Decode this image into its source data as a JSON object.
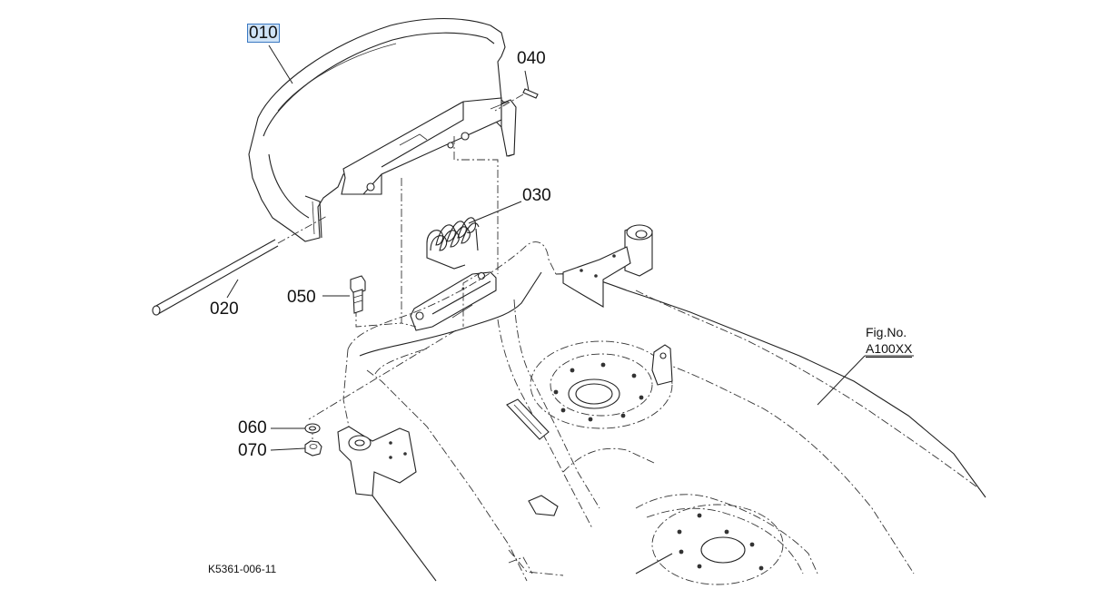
{
  "parts": [
    {
      "id": "seat-pan",
      "label": "010",
      "selected": true
    },
    {
      "id": "pin",
      "label": "040",
      "selected": false
    },
    {
      "id": "spring",
      "label": "030",
      "selected": false
    },
    {
      "id": "hinge-rod",
      "label": "020",
      "selected": false
    },
    {
      "id": "bolt",
      "label": "050",
      "selected": false
    },
    {
      "id": "washer",
      "label": "060",
      "selected": false
    },
    {
      "id": "nut",
      "label": "070",
      "selected": false
    }
  ],
  "figure_ref": {
    "label": "Fig.No.",
    "value": "A100XX"
  },
  "drawing_code": "K5361-006-11"
}
